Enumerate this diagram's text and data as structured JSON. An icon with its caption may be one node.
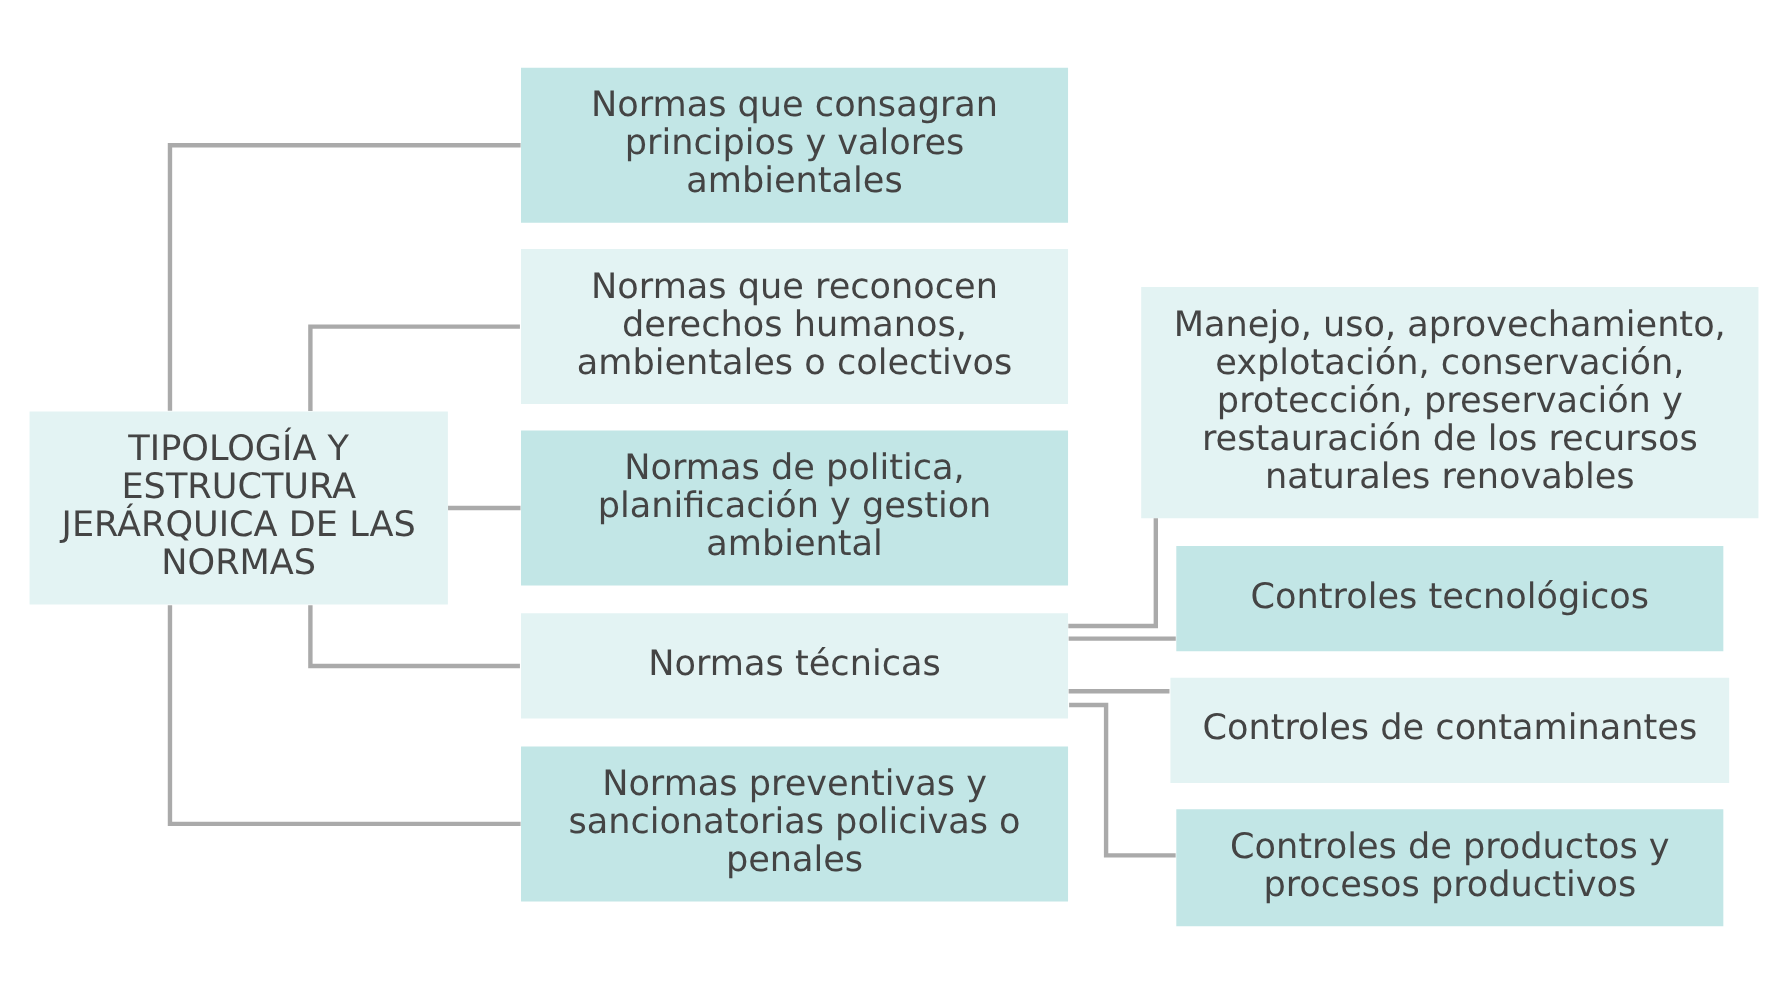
{
  "diagram": {
    "nodes": [
      {
        "text": [
          "TIPOLOGÍA Y ESTRUCTURA JERÁRQUICA DE LAS NORMAS"
        ]
      },
      {
        "text": [
          "Normas que consagran principios y valores ambientales"
        ]
      },
      {
        "text": [
          "Normas que reconocen derechos humanos, ambientales o colectivos"
        ]
      },
      {
        "text": [
          "Normas de politica, planificación y gestion ambiental"
        ]
      },
      {
        "text": [
          "Normas técnicas"
        ]
      },
      {
        "text": [
          "Normas preventivas y sancionatorias policivas o penales"
        ]
      },
      {
        "text": [
          "Manejo, uso, aprovechamiento, explotación, conservación, protección, preservación y restauración de los recursos naturales renovables"
        ]
      },
      {
        "text": [
          "Controles tecnológicos"
        ]
      },
      {
        "text": [
          "Controles de contaminantes"
        ]
      },
      {
        "text": [
          "Controles de productos y procesos productivos"
        ]
      }
    ],
    "edges": [
      {
        "from": 0,
        "to": 1,
        "arrow": "none"
      },
      {
        "from": 0,
        "to": 2,
        "arrow": "none"
      },
      {
        "from": 0,
        "to": 3,
        "arrow": "none"
      },
      {
        "from": 0,
        "to": 4,
        "arrow": "none"
      },
      {
        "from": 0,
        "to": 5,
        "arrow": "none"
      },
      {
        "from": 4,
        "to": 6,
        "arrow": "none"
      },
      {
        "from": 4,
        "to": 7,
        "arrow": "none"
      },
      {
        "from": 4,
        "to": 8,
        "arrow": "none"
      },
      {
        "from": 4,
        "to": 9,
        "arrow": "none"
      }
    ]
  }
}
